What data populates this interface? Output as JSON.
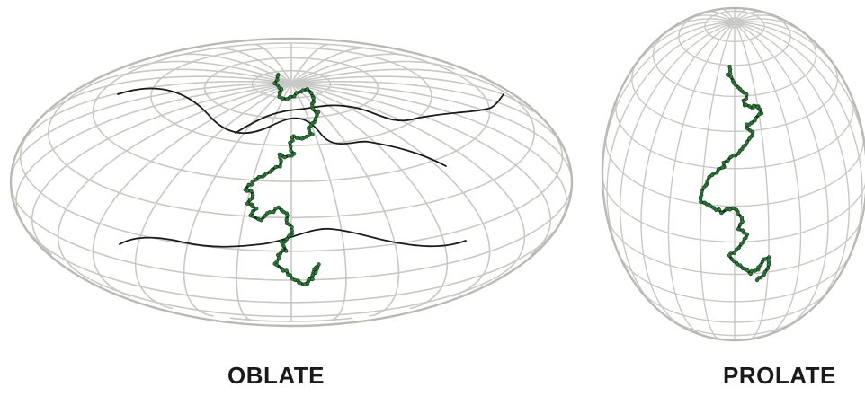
{
  "labels": {
    "oblate": "OBLATE",
    "prolate": "PROLATE"
  },
  "colors": {
    "grid": "#c8c8c4",
    "outline": "#b9b9b5",
    "chain_bead": "#2f7a3a",
    "chain_dark": "#15391b",
    "strand": "#1b1b1b",
    "label": "#1a1a1a"
  },
  "shapes": [
    {
      "name": "oblate-ellipsoid",
      "kind": "oblate"
    },
    {
      "name": "prolate-ellipsoid",
      "kind": "prolate"
    }
  ]
}
